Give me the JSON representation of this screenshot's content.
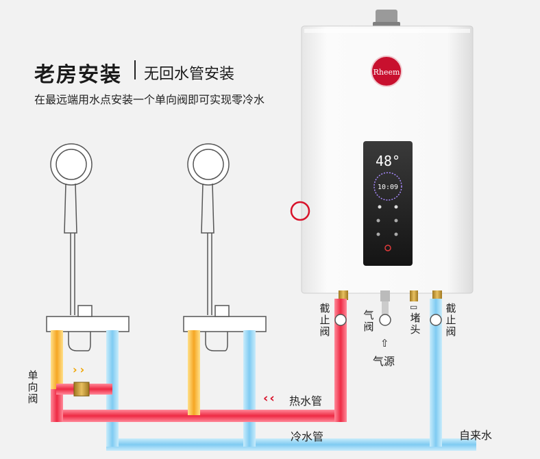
{
  "header": {
    "title": "老房安装",
    "subtitle": "无回水管安装",
    "description": "在最远端用水点安装一个单向阀即可实现零冷水"
  },
  "heater": {
    "brand_logo_text": "Rheem",
    "display_temp": "48°",
    "display_timer": "10:09"
  },
  "connections": {
    "left_valve": "截止阀",
    "gas_valve": "气阀",
    "gas_source": "气源",
    "plug": "堵头",
    "right_valve": "截止阀",
    "gas_arrow": "⇧",
    "plug_icon": "▭"
  },
  "pipes": {
    "hot_pipe": "热水管",
    "cold_pipe": "冷水管",
    "tap_water": "自来水",
    "check_valve": "单向阀",
    "hot_arrows": "‹‹",
    "flow_arrows": "››"
  },
  "colors": {
    "hot": "#ee2a44",
    "cold": "#6cc3f0",
    "warm": "#f5a623",
    "accent_red": "#d8122a"
  }
}
